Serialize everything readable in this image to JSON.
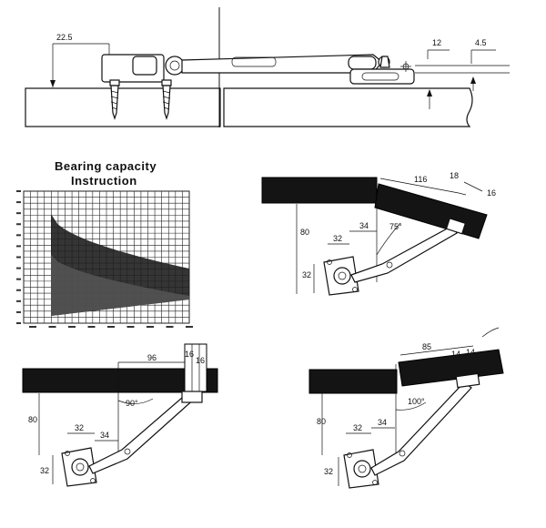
{
  "top_view": {
    "dims": {
      "offset": "22.5",
      "d12": "12",
      "d45": "4.5"
    }
  },
  "chart": {
    "title_line1": "Bearing capacity",
    "title_line2": "Instruction",
    "colors": {
      "dark_band": "#1f1f1f",
      "light_band": "#555555",
      "grid": "#222222"
    }
  },
  "view_75": {
    "dims": {
      "d116": "116",
      "d18": "18",
      "d16": "16",
      "d80": "80",
      "d34": "34",
      "d32a": "32",
      "d32b": "32"
    },
    "angle": "75°"
  },
  "view_90": {
    "dims": {
      "d96": "96",
      "d16a": "16",
      "d16b": "16",
      "d80": "80",
      "d32a": "32",
      "d34": "34",
      "d32b": "32"
    },
    "angle": "90°"
  },
  "view_100": {
    "dims": {
      "d85": "85",
      "d14a": "14",
      "d14b": "14",
      "d80": "80",
      "d32a": "32",
      "d34": "34",
      "d32b": "32"
    },
    "angle": "100°"
  }
}
